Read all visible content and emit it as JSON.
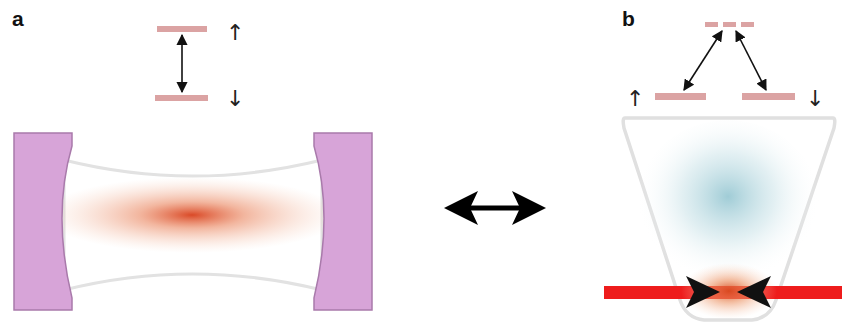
{
  "diagram": {
    "labels": [
      "a",
      "↑",
      "↓",
      "b",
      "↑",
      "↓"
    ]
  }
}
